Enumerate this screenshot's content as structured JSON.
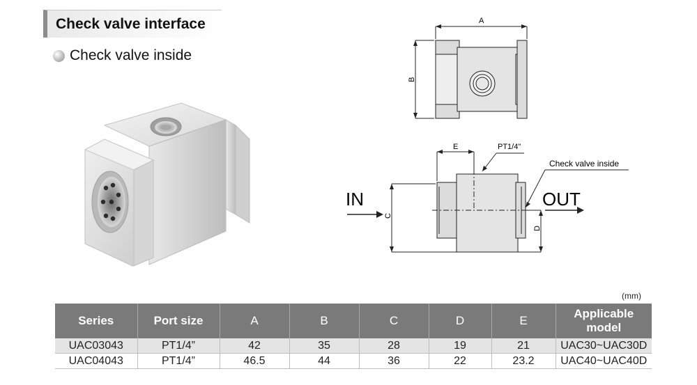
{
  "header": {
    "title": "Check valve interface"
  },
  "subtitle": "Check valve inside",
  "drawing": {
    "dim_a": "A",
    "dim_b": "B",
    "dim_c": "C",
    "dim_d": "D",
    "dim_e": "E",
    "port_label": "PT1/4\"",
    "callout": "Check valve inside",
    "in_label": "IN",
    "out_label": "OUT"
  },
  "table": {
    "unit": "(mm)",
    "headers": [
      "Series",
      "Port size",
      "A",
      "B",
      "C",
      "D",
      "E",
      "Applicable",
      "model"
    ],
    "rows": [
      [
        "UAC03043",
        "PT1/4”",
        "42",
        "35",
        "28",
        "19",
        "21",
        "UAC30~UAC30D"
      ],
      [
        "UAC04043",
        "PT1/4”",
        "46.5",
        "44",
        "36",
        "22",
        "23.2",
        "UAC40~UAC40D"
      ]
    ]
  }
}
